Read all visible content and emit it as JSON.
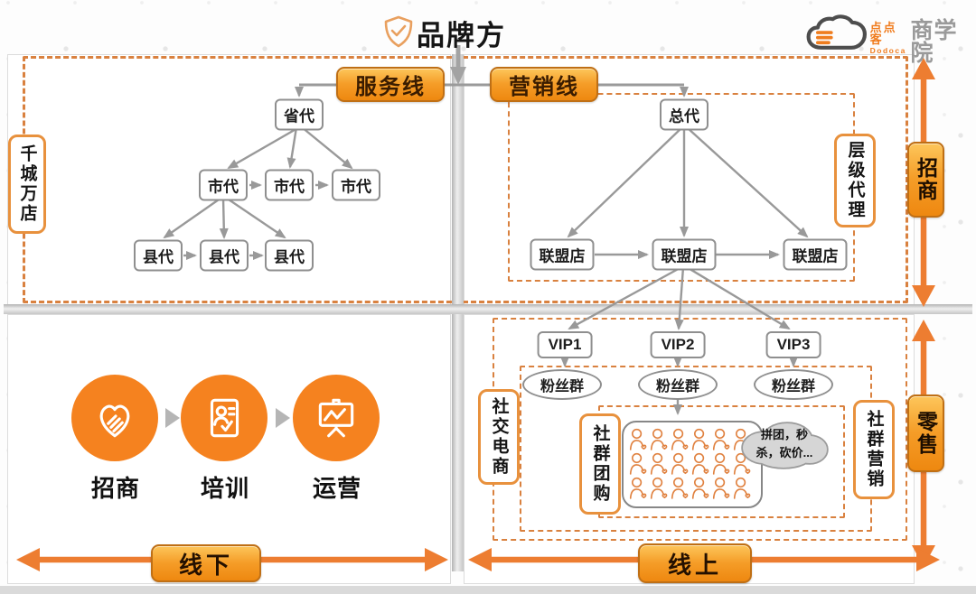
{
  "colors": {
    "accent_orange": "#ed7d31",
    "badge_border": "#bf6f15",
    "dashed_border": "#d9813f",
    "node_border": "#8f8f8f",
    "arrow_gray": "#999999",
    "circle_orange": "#f5821f"
  },
  "header": {
    "title": "品牌方",
    "logo": {
      "brand": "点点客",
      "brand_sub": "Dodoca",
      "suffix": "商学院"
    }
  },
  "top": {
    "left_axis_label": "千城万店",
    "service_line_badge": "服务线",
    "marketing_line_badge": "营销线",
    "hierarchy_label": "层级代理",
    "service_tree": {
      "root": "省代",
      "city_agents": [
        "市代",
        "市代",
        "市代"
      ],
      "county_agents": [
        "县代",
        "县代",
        "县代"
      ]
    },
    "marketing_tree": {
      "root": "总代",
      "alliance_stores": [
        "联盟店",
        "联盟店",
        "联盟店"
      ]
    }
  },
  "right_axis": {
    "top_label": "招商",
    "bottom_label": "零售"
  },
  "bottom_left": {
    "steps": [
      {
        "label": "招商",
        "icon": "heart-hand-icon"
      },
      {
        "label": "培训",
        "icon": "training-card-icon"
      },
      {
        "label": "运营",
        "icon": "presentation-chart-icon"
      }
    ],
    "axis_label": "线下"
  },
  "bottom_right": {
    "social_ecommerce_label": "社交电商",
    "group_buy_label": "社群团购",
    "community_marketing_label": "社群营销",
    "vip_nodes": [
      "VIP1",
      "VIP2",
      "VIP3"
    ],
    "fan_groups": [
      "粉丝群",
      "粉丝群",
      "粉丝群"
    ],
    "cloud_text": "拼团，秒杀，砍价...",
    "member_icon_count": 18,
    "axis_label": "线上"
  }
}
